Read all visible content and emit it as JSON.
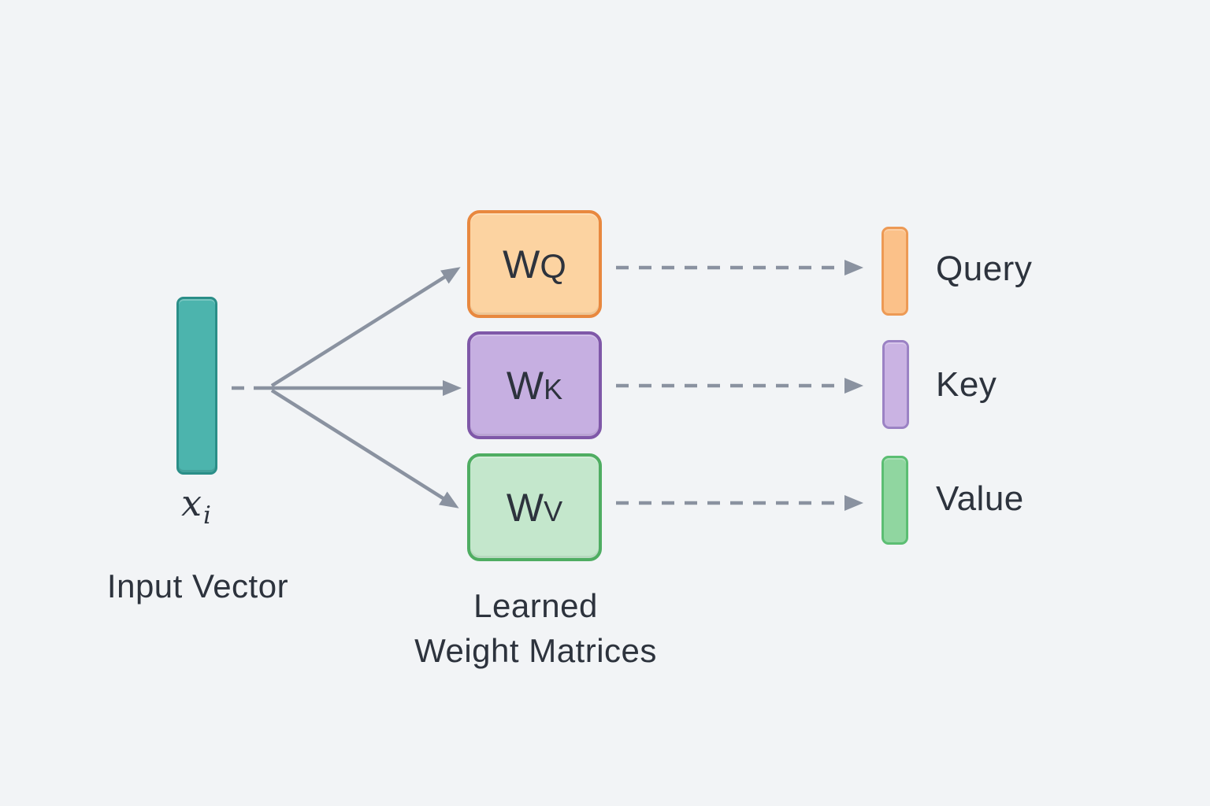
{
  "diagram": {
    "input": {
      "symbol_main": "x",
      "symbol_sub": "i",
      "caption": "Input Vector"
    },
    "weight_boxes": [
      {
        "id": "wq",
        "main": "W",
        "sub": "Q"
      },
      {
        "id": "wk",
        "main": "W",
        "sub": "K"
      },
      {
        "id": "wv",
        "main": "W",
        "sub": "V"
      }
    ],
    "weights_caption": {
      "line1": "Learned",
      "line2": "Weight Matrices"
    },
    "outputs": [
      {
        "id": "query",
        "label": "Query"
      },
      {
        "id": "key",
        "label": "Key"
      },
      {
        "id": "value",
        "label": "Value"
      }
    ],
    "colors": {
      "background": "#f2f4f6",
      "text": "#2d333d",
      "arrow_gray": "#8a92a0",
      "input_fill": "#4cb4ad",
      "input_border": "#2b8e88",
      "wq_fill": "#fcd3a1",
      "wq_border": "#e8883f",
      "wk_fill": "#c6afe1",
      "wk_border": "#7f58a8",
      "wv_fill": "#c4e7cc",
      "wv_border": "#4fad62",
      "query_fill": "#fbc189",
      "query_border": "#ed9a55",
      "key_fill": "#cab3e3",
      "key_border": "#9b82c4",
      "value_fill": "#90d6a0",
      "value_border": "#5cbe73"
    }
  }
}
